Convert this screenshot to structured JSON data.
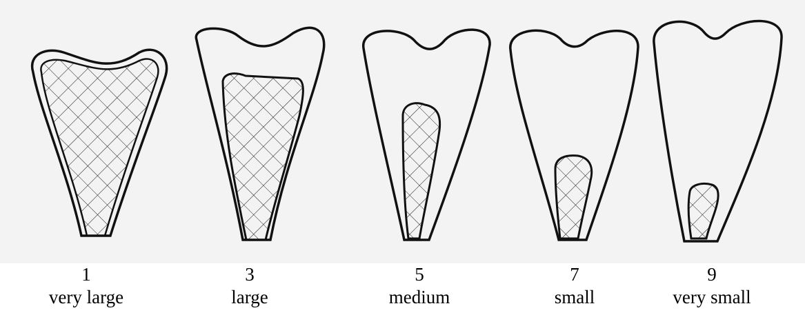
{
  "items": [
    {
      "number": "1",
      "label": "very large"
    },
    {
      "number": "3",
      "label": "large"
    },
    {
      "number": "5",
      "label": "medium"
    },
    {
      "number": "7",
      "label": "small"
    },
    {
      "number": "9",
      "label": "very small"
    }
  ]
}
